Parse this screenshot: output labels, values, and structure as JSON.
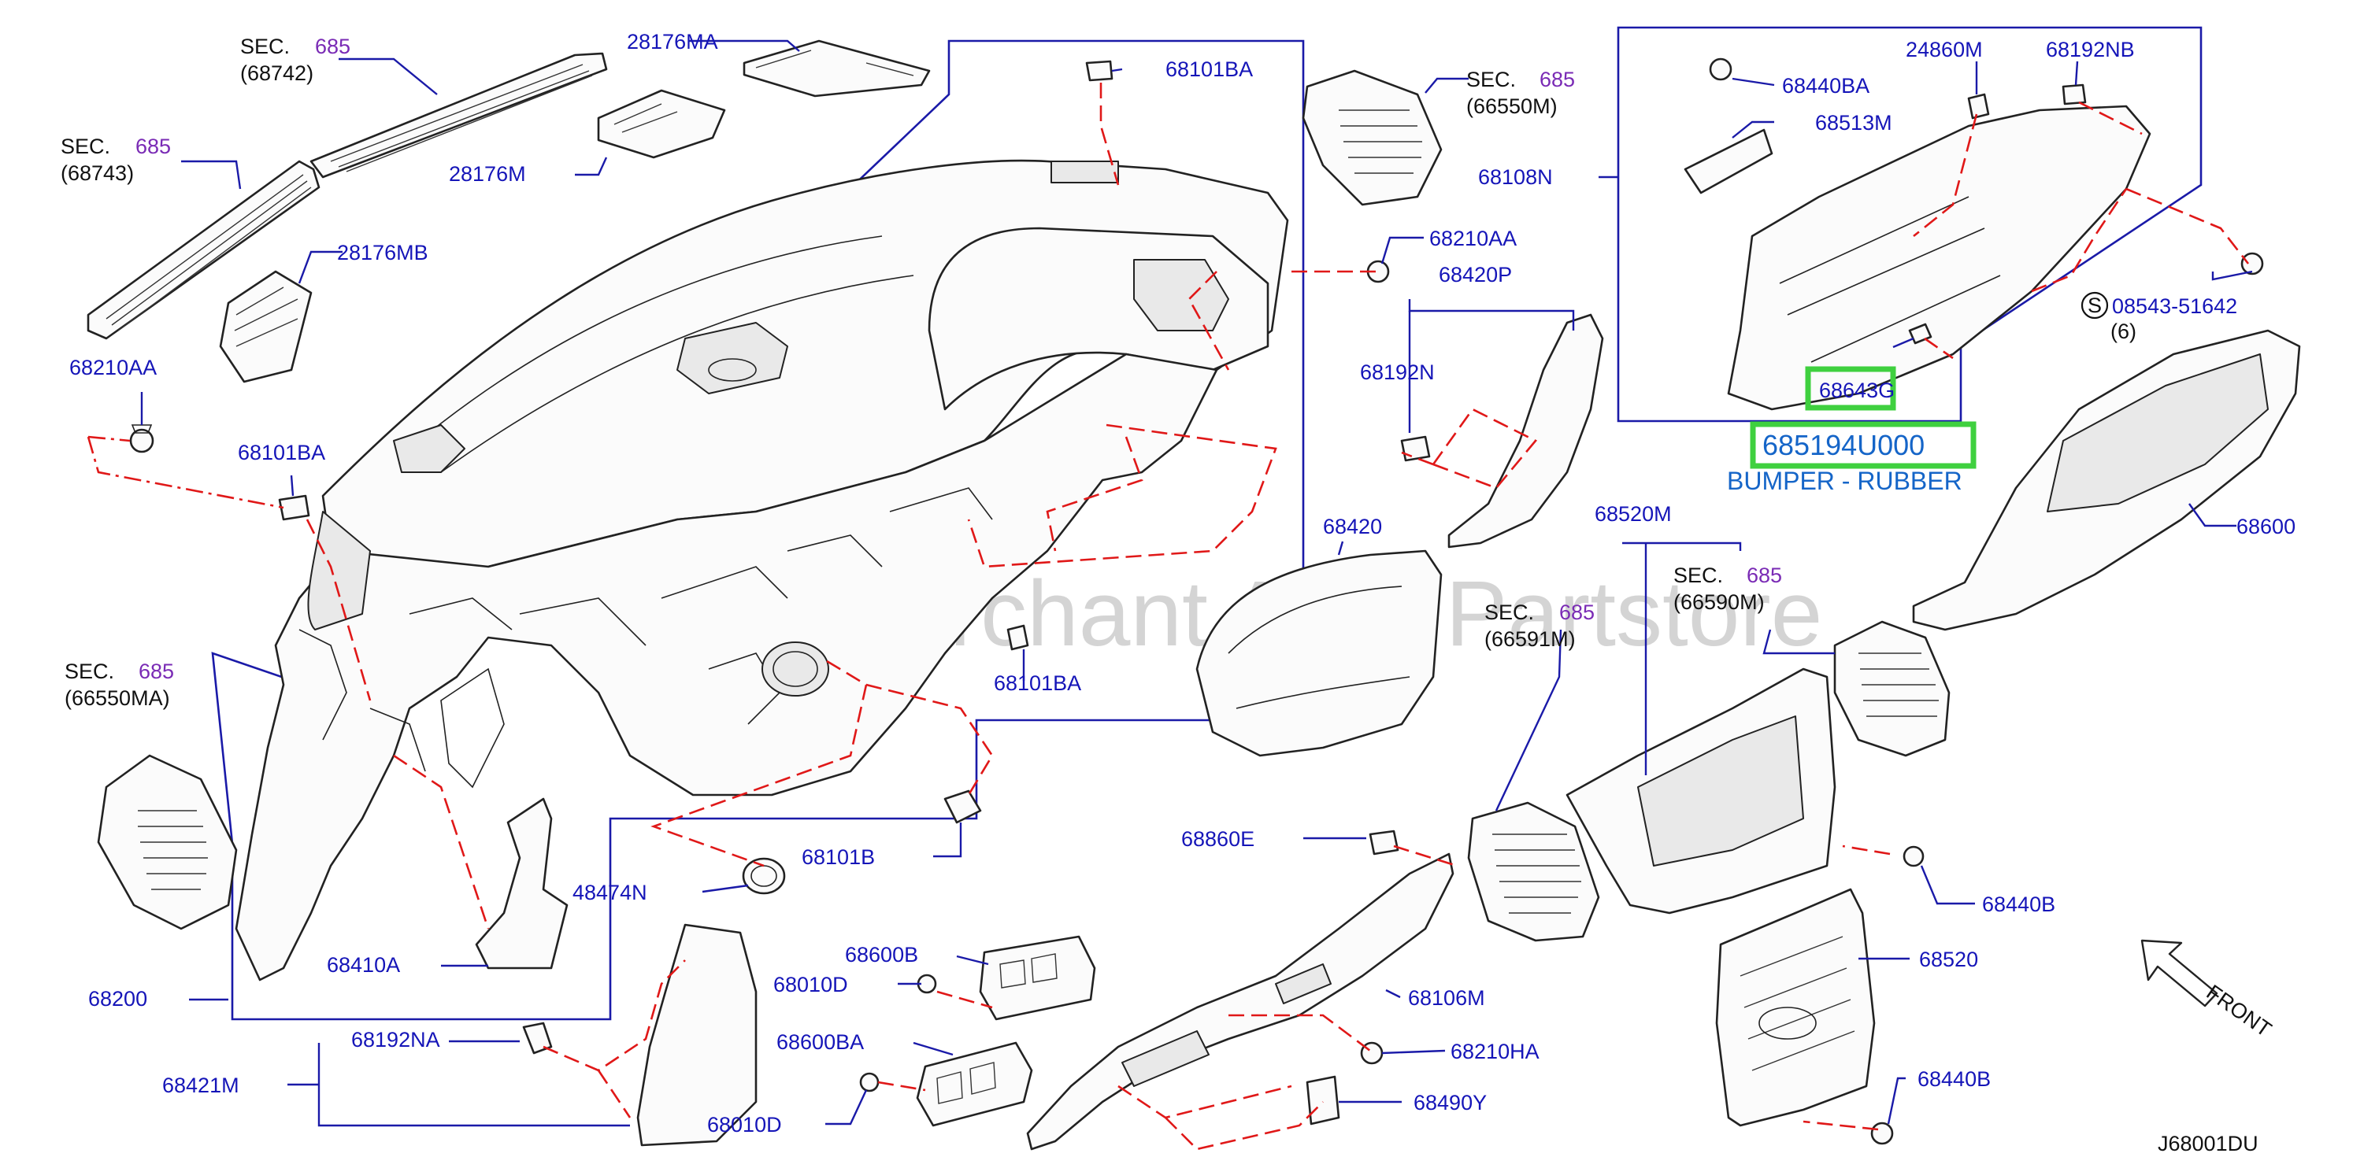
{
  "watermark": "Multi Merchant Auto Partstore",
  "diagram_code": "J68001DU",
  "front_label": "FRONT",
  "highlight": {
    "part_number": "685194U000",
    "description": "BUMPER - RUBBER",
    "highlighted_callout": "68643G",
    "color": "#3fd03f"
  },
  "sec_prefix": "SEC.",
  "sec_number": "685",
  "section_refs": [
    {
      "ref": "(68742)"
    },
    {
      "ref": "(68743)"
    },
    {
      "ref": "(66550M)"
    },
    {
      "ref": "(66550MA)"
    },
    {
      "ref": "(66591M)"
    },
    {
      "ref": "(66590M)"
    }
  ],
  "callouts": {
    "c28176MA": "28176MA",
    "c28176M": "28176M",
    "c28176MB": "28176MB",
    "c68210AA_l": "68210AA",
    "c68210AA_r": "68210AA",
    "c68101BA_t": "68101BA",
    "c68101BA_l": "68101BA",
    "c68101BA_m": "68101BA",
    "c68101B": "68101B",
    "c48474N": "48474N",
    "c68410A": "68410A",
    "c68200": "68200",
    "c68192NA": "68192NA",
    "c68421M": "68421M",
    "c68600B": "68600B",
    "c68010D_t": "68010D",
    "c68600BA": "68600BA",
    "c68010D_b": "68010D",
    "c68108N": "68108N",
    "c68420P": "68420P",
    "c68192N": "68192N",
    "c68420": "68420",
    "c68520M": "68520M",
    "c68860E": "68860E",
    "c68106M": "68106M",
    "c68210HA": "68210HA",
    "c68490Y": "68490Y",
    "c68440B_t": "68440B",
    "c68440B_b": "68440B",
    "c68520": "68520",
    "c68600": "68600",
    "c68440BA": "68440BA",
    "c68513M": "68513M",
    "c24860M": "24860M",
    "c68192NB": "68192NB",
    "c08543": "08543-51642",
    "c08543_qty": "(6)",
    "c_s": "S"
  }
}
